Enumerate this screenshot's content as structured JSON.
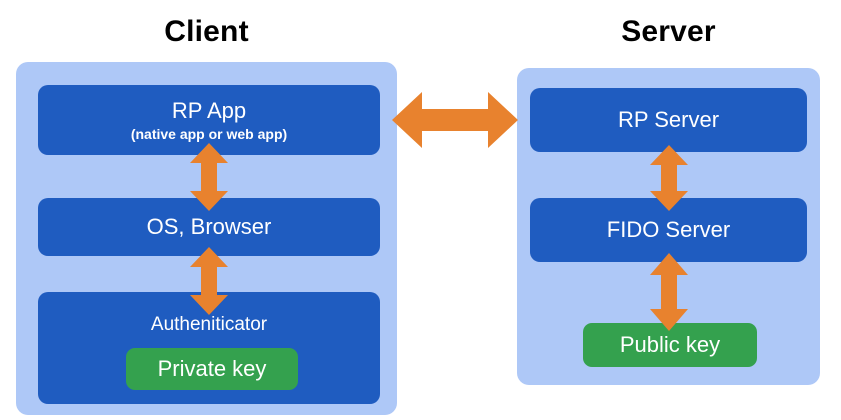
{
  "diagram": {
    "title_client": "Client",
    "title_server": "Server",
    "colors": {
      "panel_blue": "#aec8f7",
      "box_blue": "#1f5cc0",
      "key_green": "#34a14e",
      "arrow_orange": "#e8822e",
      "text_white": "#ffffff",
      "heading_black": "#000000",
      "background": "#ffffff"
    }
  },
  "client": {
    "heading": "Client",
    "boxes": [
      {
        "title": "RP App",
        "subtitle": "(native app or web app)"
      },
      {
        "title": "OS, Browser",
        "subtitle": ""
      },
      {
        "title": "Autheniticator",
        "subtitle": ""
      }
    ],
    "key": {
      "label": "Private key"
    }
  },
  "server": {
    "heading": "Server",
    "boxes": [
      {
        "title": "RP Server",
        "subtitle": ""
      },
      {
        "title": "FIDO Server",
        "subtitle": ""
      }
    ],
    "key": {
      "label": "Public key"
    }
  },
  "arrows": [
    {
      "name": "client-to-server",
      "direction": "bidirectional-horizontal"
    },
    {
      "name": "rp-app-to-os-browser",
      "direction": "bidirectional-vertical"
    },
    {
      "name": "os-browser-to-authenticator",
      "direction": "bidirectional-vertical"
    },
    {
      "name": "rp-server-to-fido-server",
      "direction": "bidirectional-vertical"
    },
    {
      "name": "fido-server-to-public-key",
      "direction": "bidirectional-vertical"
    }
  ]
}
